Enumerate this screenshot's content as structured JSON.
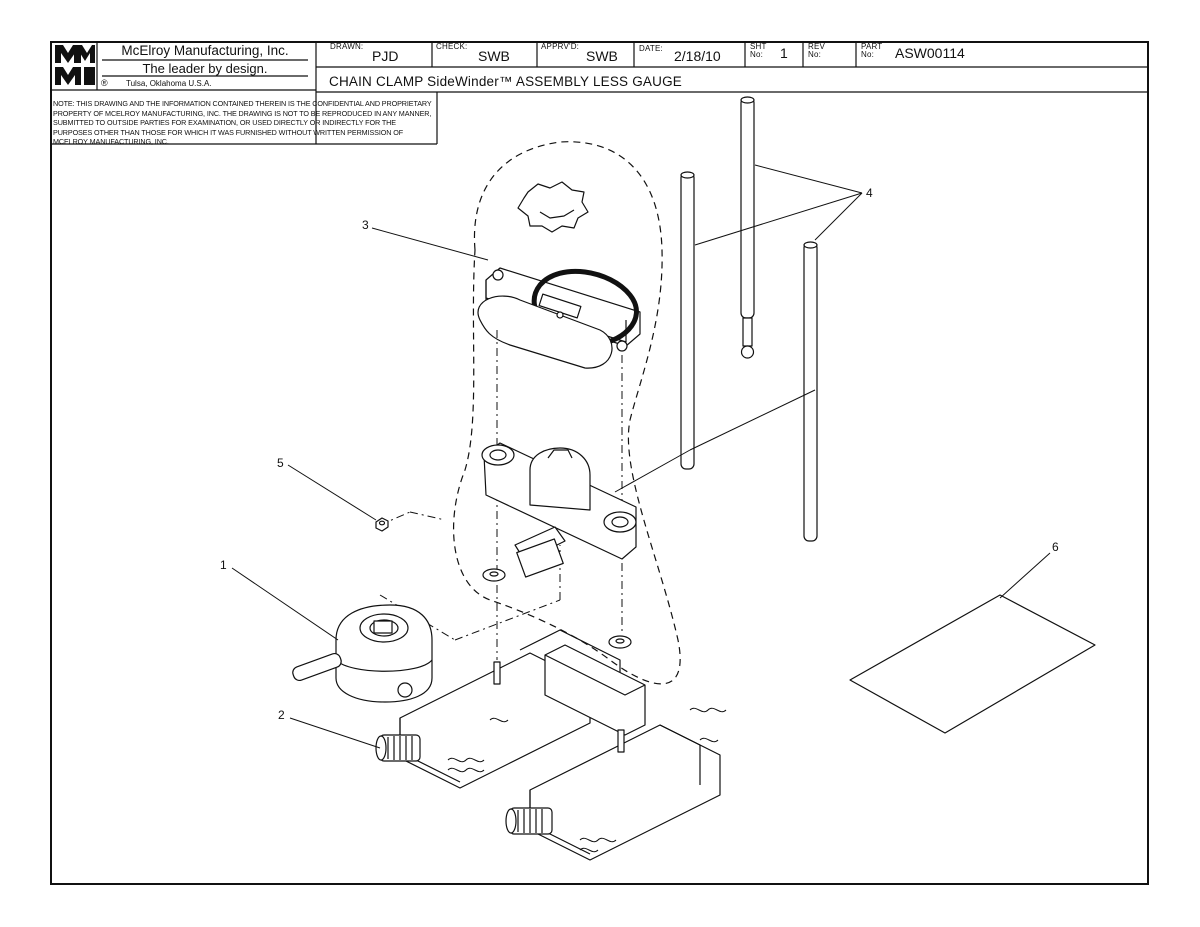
{
  "title_block": {
    "company": "McElroy Manufacturing, Inc.",
    "tagline": "The leader by design.",
    "location": "Tulsa, Oklahoma U.S.A.",
    "registered_mark": "®",
    "logo_text_top": "MM",
    "logo_text_bottom": "MI",
    "drawn_label": "DRAWN:",
    "drawn_value": "PJD",
    "check_label": "CHECK:",
    "check_value": "SWB",
    "apprvd_label": "APPRV'D:",
    "apprvd_value": "SWB",
    "date_label": "DATE:",
    "date_value": "2/18/10",
    "sht_label": "SHT No:",
    "sht_value": "1",
    "rev_label": "REV No:",
    "rev_value": "",
    "part_label": "PART No:",
    "part_value": "ASW00114",
    "drawing_title": "CHAIN CLAMP SideWinder™ ASSEMBLY LESS GAUGE"
  },
  "note": "NOTE: THIS DRAWING AND THE INFORMATION CONTAINED THEREIN IS THE CONFIDENTIAL AND PROPRIETARY PROPERTY OF McElroy Manufacturing, Inc. THE DRAWING IS NOT TO BE REPRODUCED IN ANY MANNER, SUBMITTED TO OUTSIDE PARTIES FOR EXAMINATION, OR USED DIRECTLY OR INDIRECTLY FOR THE PURPOSES OTHER THAN THOSE FOR WHICH IT WAS FURNISHED WITHOUT WRITTEN PERMISSION OF McElroy Manufacturing, Inc.",
  "callouts": {
    "c1": "1",
    "c2": "2",
    "c3": "3",
    "c4": "4",
    "c5": "5",
    "c6": "6"
  },
  "colors": {
    "ink": "#111111",
    "paper": "#ffffff"
  }
}
